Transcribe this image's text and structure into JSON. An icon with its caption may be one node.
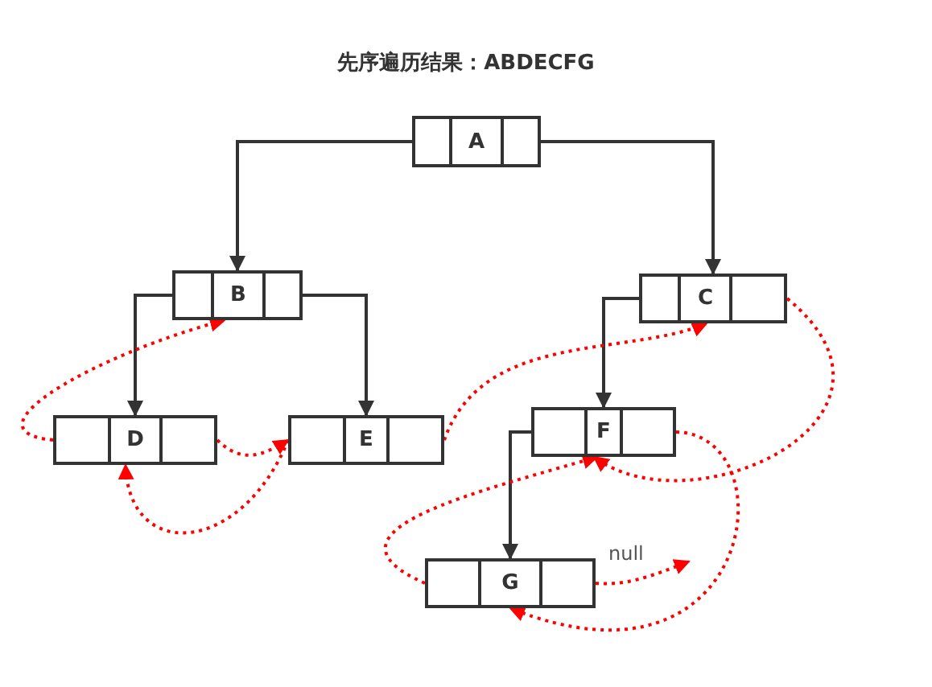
{
  "diagram": {
    "title": "先序遍历结果：ABDECFG",
    "nodes": [
      {
        "text": [
          "A"
        ]
      },
      {
        "text": [
          "B"
        ]
      },
      {
        "text": [
          "C"
        ]
      },
      {
        "text": [
          "D"
        ]
      },
      {
        "text": [
          "E"
        ]
      },
      {
        "text": [
          "F"
        ]
      },
      {
        "text": [
          "G"
        ]
      }
    ],
    "edges": [
      {
        "from": 0,
        "to": 1,
        "arrow": "to",
        "color": "#333333"
      },
      {
        "from": 0,
        "to": 2,
        "arrow": "to",
        "color": "#333333"
      },
      {
        "from": 1,
        "to": 3,
        "arrow": "to",
        "color": "#333333"
      },
      {
        "from": 1,
        "to": 4,
        "arrow": "to",
        "color": "#333333"
      },
      {
        "from": 2,
        "to": 5,
        "arrow": "to",
        "color": "#333333"
      },
      {
        "from": 5,
        "to": 6,
        "arrow": "to",
        "color": "#333333"
      },
      {
        "from": 3,
        "to": 1,
        "arrow": "to",
        "style": "dashed"
      },
      {
        "from": 3,
        "to": 4,
        "arrow": "to",
        "style": "dashed"
      },
      {
        "from": 4,
        "to": 3,
        "arrow": "to",
        "style": "dashed"
      },
      {
        "from": 4,
        "to": 2,
        "arrow": "to",
        "style": "dashed"
      },
      {
        "from": 2,
        "to": 5,
        "arrow": "to",
        "style": "dashed"
      },
      {
        "from": 6,
        "to": 5,
        "arrow": "to",
        "style": "dashed"
      },
      {
        "from": 5,
        "to": 6,
        "arrow": "to",
        "style": "dashed"
      },
      {
        "from": 6,
        "to": null,
        "arrow": "to",
        "style": "dashed",
        "label": "null"
      }
    ]
  }
}
